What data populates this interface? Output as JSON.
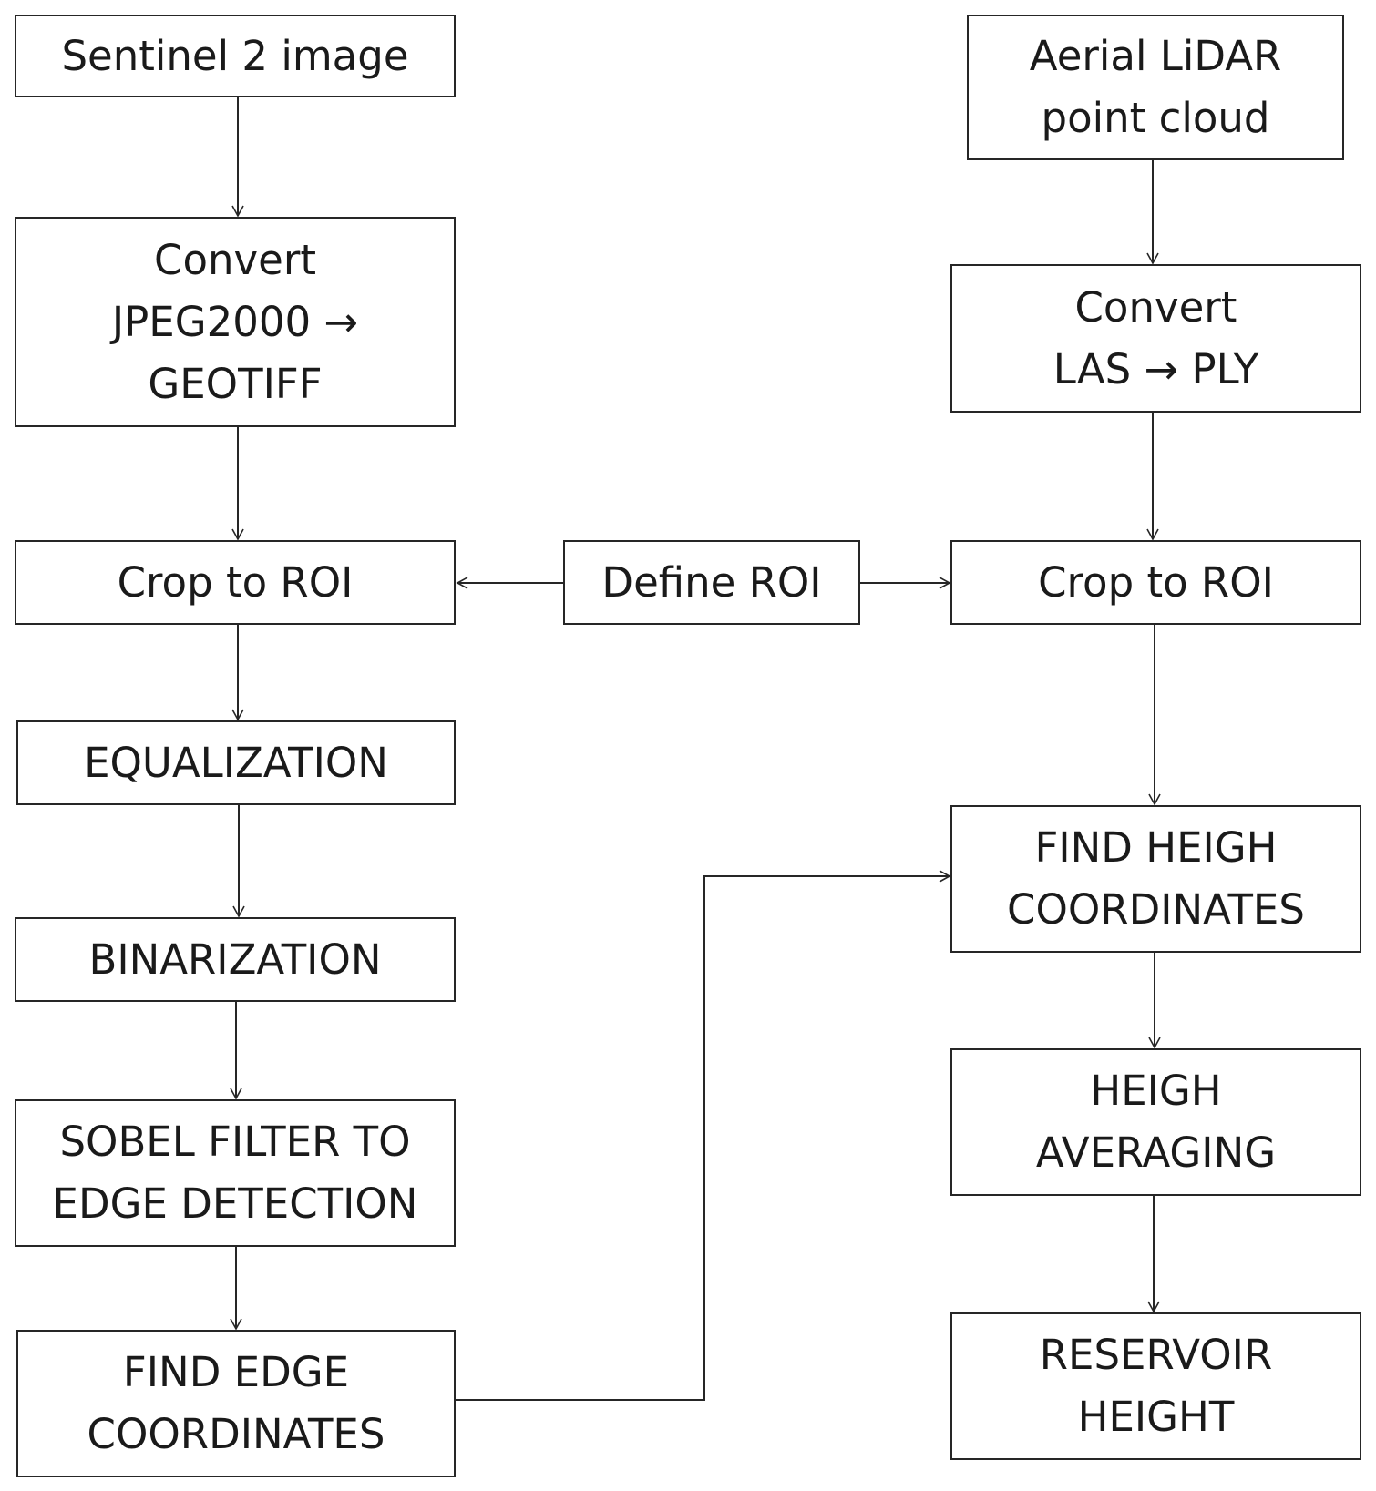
{
  "colors": {
    "stroke": "#262626",
    "text": "#1a1a1a",
    "background": "#ffffff"
  },
  "nodes": {
    "sentinel": {
      "lines": [
        "Sentinel 2 image"
      ]
    },
    "convert_jpeg": {
      "lines": [
        "Convert",
        "JPEG2000 →",
        "GEOTIFF"
      ]
    },
    "crop_left": {
      "lines": [
        "Crop to ROI"
      ]
    },
    "define_roi": {
      "lines": [
        "Define ROI"
      ]
    },
    "equalization": {
      "lines": [
        "EQUALIZATION"
      ]
    },
    "binarization": {
      "lines": [
        "BINARIZATION"
      ]
    },
    "sobel": {
      "lines": [
        "SOBEL FILTER TO",
        "EDGE DETECTION"
      ]
    },
    "find_edge": {
      "lines": [
        "FIND EDGE",
        "COORDINATES"
      ]
    },
    "lidar": {
      "lines": [
        "Aerial LiDAR",
        "point cloud"
      ]
    },
    "convert_las": {
      "lines": [
        "Convert",
        "LAS → PLY"
      ]
    },
    "crop_right": {
      "lines": [
        "Crop to ROI"
      ]
    },
    "find_heigh": {
      "lines": [
        "FIND HEIGH",
        "COORDINATES"
      ]
    },
    "heigh_avg": {
      "lines": [
        "HEIGH",
        "AVERAGING"
      ]
    },
    "reservoir": {
      "lines": [
        "RESERVOIR",
        "HEIGHT"
      ]
    }
  },
  "edges": [
    {
      "from": "sentinel",
      "to": "convert_jpeg"
    },
    {
      "from": "convert_jpeg",
      "to": "crop_left"
    },
    {
      "from": "define_roi",
      "to": "crop_left"
    },
    {
      "from": "define_roi",
      "to": "crop_right"
    },
    {
      "from": "crop_left",
      "to": "equalization"
    },
    {
      "from": "equalization",
      "to": "binarization"
    },
    {
      "from": "binarization",
      "to": "sobel"
    },
    {
      "from": "sobel",
      "to": "find_edge"
    },
    {
      "from": "find_edge",
      "to": "find_heigh"
    },
    {
      "from": "lidar",
      "to": "convert_las"
    },
    {
      "from": "convert_las",
      "to": "crop_right"
    },
    {
      "from": "crop_right",
      "to": "find_heigh"
    },
    {
      "from": "find_heigh",
      "to": "heigh_avg"
    },
    {
      "from": "heigh_avg",
      "to": "reservoir"
    }
  ]
}
